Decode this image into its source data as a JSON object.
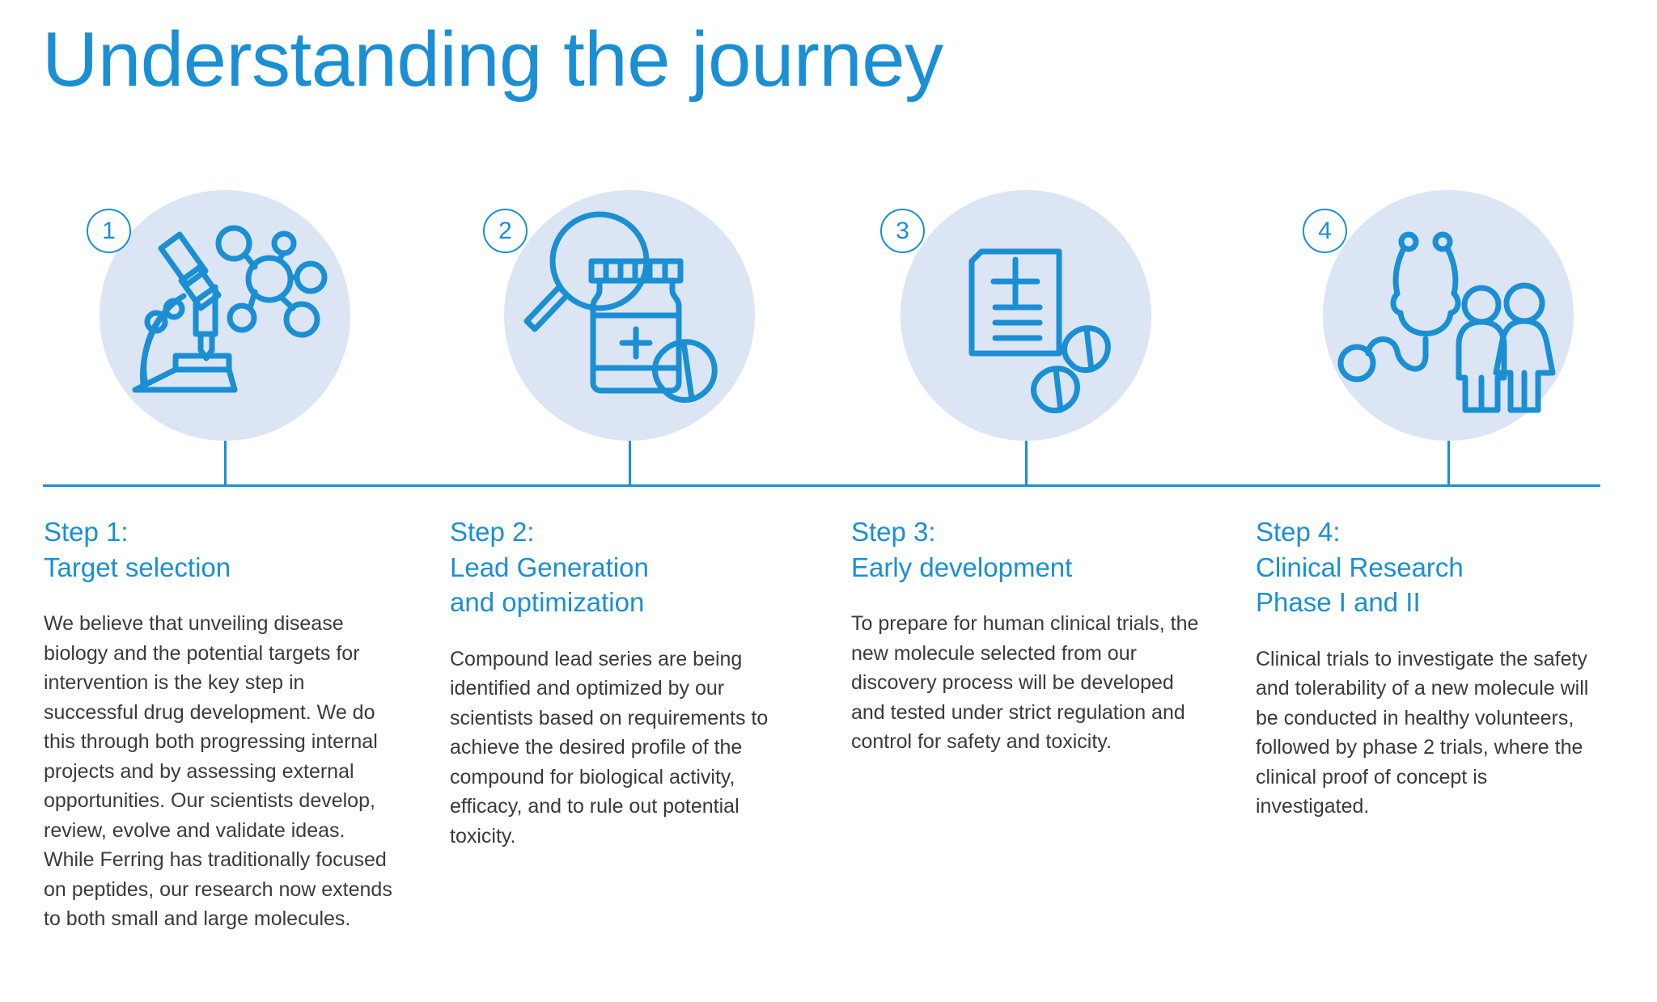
{
  "title": "Understanding the journey",
  "colors": {
    "accent": "#1b8fd4",
    "circle_fill": "#dce5f4",
    "body_text": "#3a3a3a",
    "background": "#ffffff"
  },
  "timeline": {
    "markers": [
      "1",
      "2",
      "3",
      "4"
    ]
  },
  "steps": [
    {
      "number": "1",
      "icon": "microscope-molecule-icon",
      "heading": "Step 1:\nTarget selection",
      "heading_line1": "Step 1:",
      "heading_line2": "Target selection",
      "body": "We believe that unveiling disease biology and the potential targets for intervention is the key step in successful drug development. We do this through both progressing internal projects and by assessing external opportunities. Our scientists develop, review, evolve and validate ideas. While Ferring has traditionally focused on peptides, our research now extends to both small and large molecules."
    },
    {
      "number": "2",
      "icon": "magnifier-pill-bottle-icon",
      "heading": "Step 2:\nLead Generation\nand optimization",
      "heading_line1": "Step 2:",
      "heading_line2": "Lead Generation",
      "heading_line3": "and optimization",
      "body": "Compound lead series are being identified and optimized by our scientists based on requirements to achieve the desired profile of the compound for biological activity, efficacy, and to rule out potential toxicity."
    },
    {
      "number": "3",
      "icon": "medical-document-pills-icon",
      "heading": "Step 3:\nEarly development",
      "heading_line1": "Step 3:",
      "heading_line2": "Early development",
      "body": "To prepare for human clinical trials, the new molecule selected from our discovery process will be developed and tested under strict regulation and control for safety and toxicity."
    },
    {
      "number": "4",
      "icon": "stethoscope-patients-icon",
      "heading": "Step 4:\nClinical Research\nPhase I and II",
      "heading_line1": "Step 4:",
      "heading_line2": "Clinical Research",
      "heading_line3": "Phase I and II",
      "body": "Clinical trials to investigate the safety and tolerability of a new molecule will be conducted in healthy volunteers, followed by phase 2 trials, where the clinical proof of concept is investigated."
    }
  ]
}
